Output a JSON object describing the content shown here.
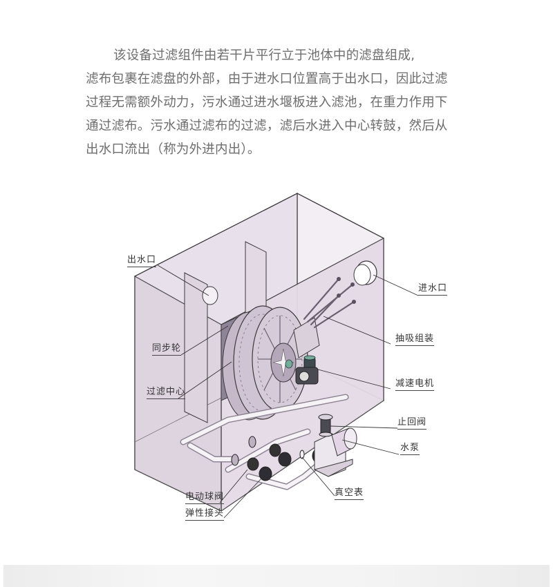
{
  "intro": {
    "lines": [
      "该设备过滤组件由若干片平行立于池体中的滤盘组成,",
      "滤布包裹在滤盘的外部，由于进水口位置高于出水口，因此过滤",
      "过程无需额外动力，污水通过进水堰板进入滤池，在重力作用下",
      "通过滤布。污水通过滤布的过滤，滤后水进入中心转鼓，然后从",
      "出水口流出（称为外进内出）。"
    ]
  },
  "diagram": {
    "labels": {
      "outlet": "出水口",
      "inlet": "进水口",
      "sync_wheel": "同步轮",
      "suction_assembly": "抽吸组装",
      "filter_center": "过滤中心",
      "reducer_motor": "减速电机",
      "check_valve": "止回阀",
      "water_pump": "水泵",
      "vacuum_gauge": "真空表",
      "electric_ball_valve": "电动球阀",
      "elastic_joint": "弹性接头"
    },
    "colors": {
      "tank_fill": "#e6dde8",
      "tank_fill_light": "#f1ecf2",
      "line": "#3a3a3a",
      "drum": "#c9bccd"
    }
  }
}
